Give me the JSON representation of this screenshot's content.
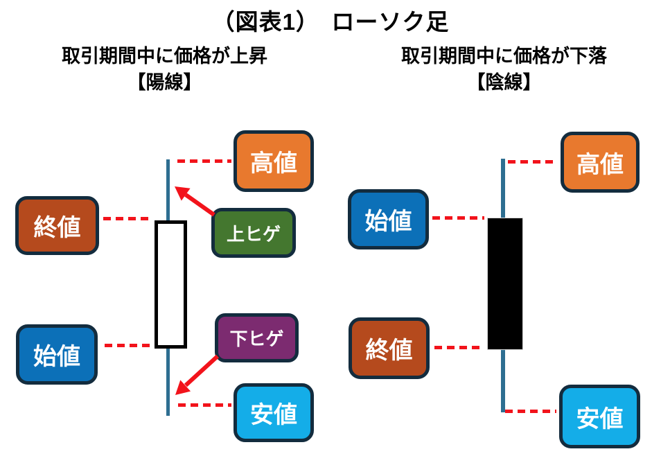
{
  "title": "（図表1）　ローソク足",
  "panels": [
    {
      "id": "bullish",
      "header_line1": "取引期間中に価格が上昇",
      "header_line2": "【陽線】",
      "candle_style": "white-hollow-body",
      "labels": {
        "high": "高値",
        "close": "終値",
        "upper_shadow": "上ヒゲ",
        "open": "始値",
        "lower_shadow": "下ヒゲ",
        "low": "安値"
      }
    },
    {
      "id": "bearish",
      "header_line1": "取引期間中に価格が下落",
      "header_line2": "【陰線】",
      "candle_style": "black-filled-body",
      "labels": {
        "high": "高値",
        "open": "始値",
        "close": "終値",
        "low": "安値"
      }
    }
  ],
  "colors": {
    "high_box": "#E8792E",
    "close_box": "#B54A1D",
    "open_box": "#0C70B8",
    "low_box": "#14ADE8",
    "upper_shadow_box": "#44772F",
    "lower_shadow_box": "#7C2B70",
    "box_border": "#132C3E",
    "wick_line": "#2E6E91",
    "connector_and_arrow_red": "#F2131B",
    "box_text": "#FFFFFF",
    "heading_text": "#000000"
  }
}
